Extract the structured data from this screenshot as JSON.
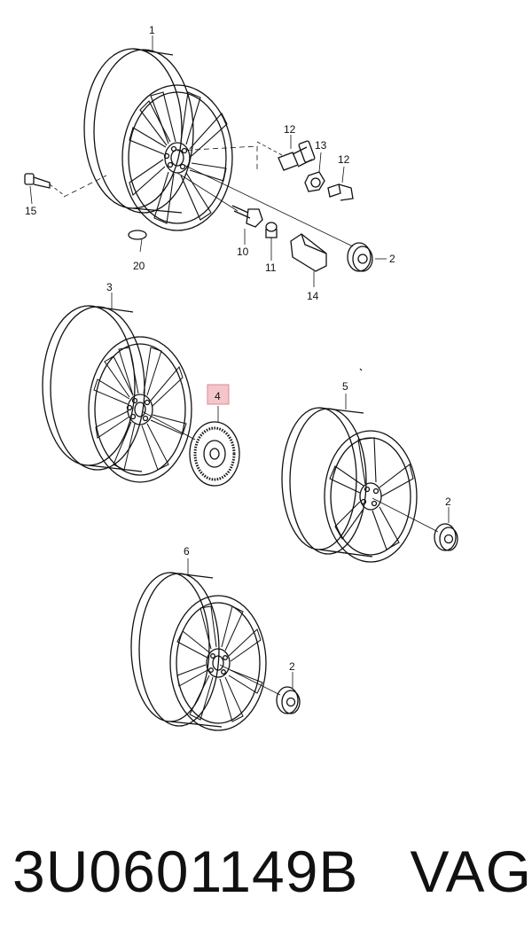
{
  "diagram": {
    "callouts": {
      "c1": "1",
      "c2a": "2",
      "c2b": "2",
      "c2c": "2",
      "c3": "3",
      "c4": "4",
      "c5": "5",
      "c6": "6",
      "c10": "10",
      "c11": "11",
      "c12a": "12",
      "c12b": "12",
      "c13": "13",
      "c14": "14",
      "c15": "15",
      "c20": "20"
    },
    "highlight_color": "#f4c6cc",
    "line_color": "#111111"
  },
  "footer": {
    "part_number": "3U0601149B",
    "brand": "VAG"
  }
}
